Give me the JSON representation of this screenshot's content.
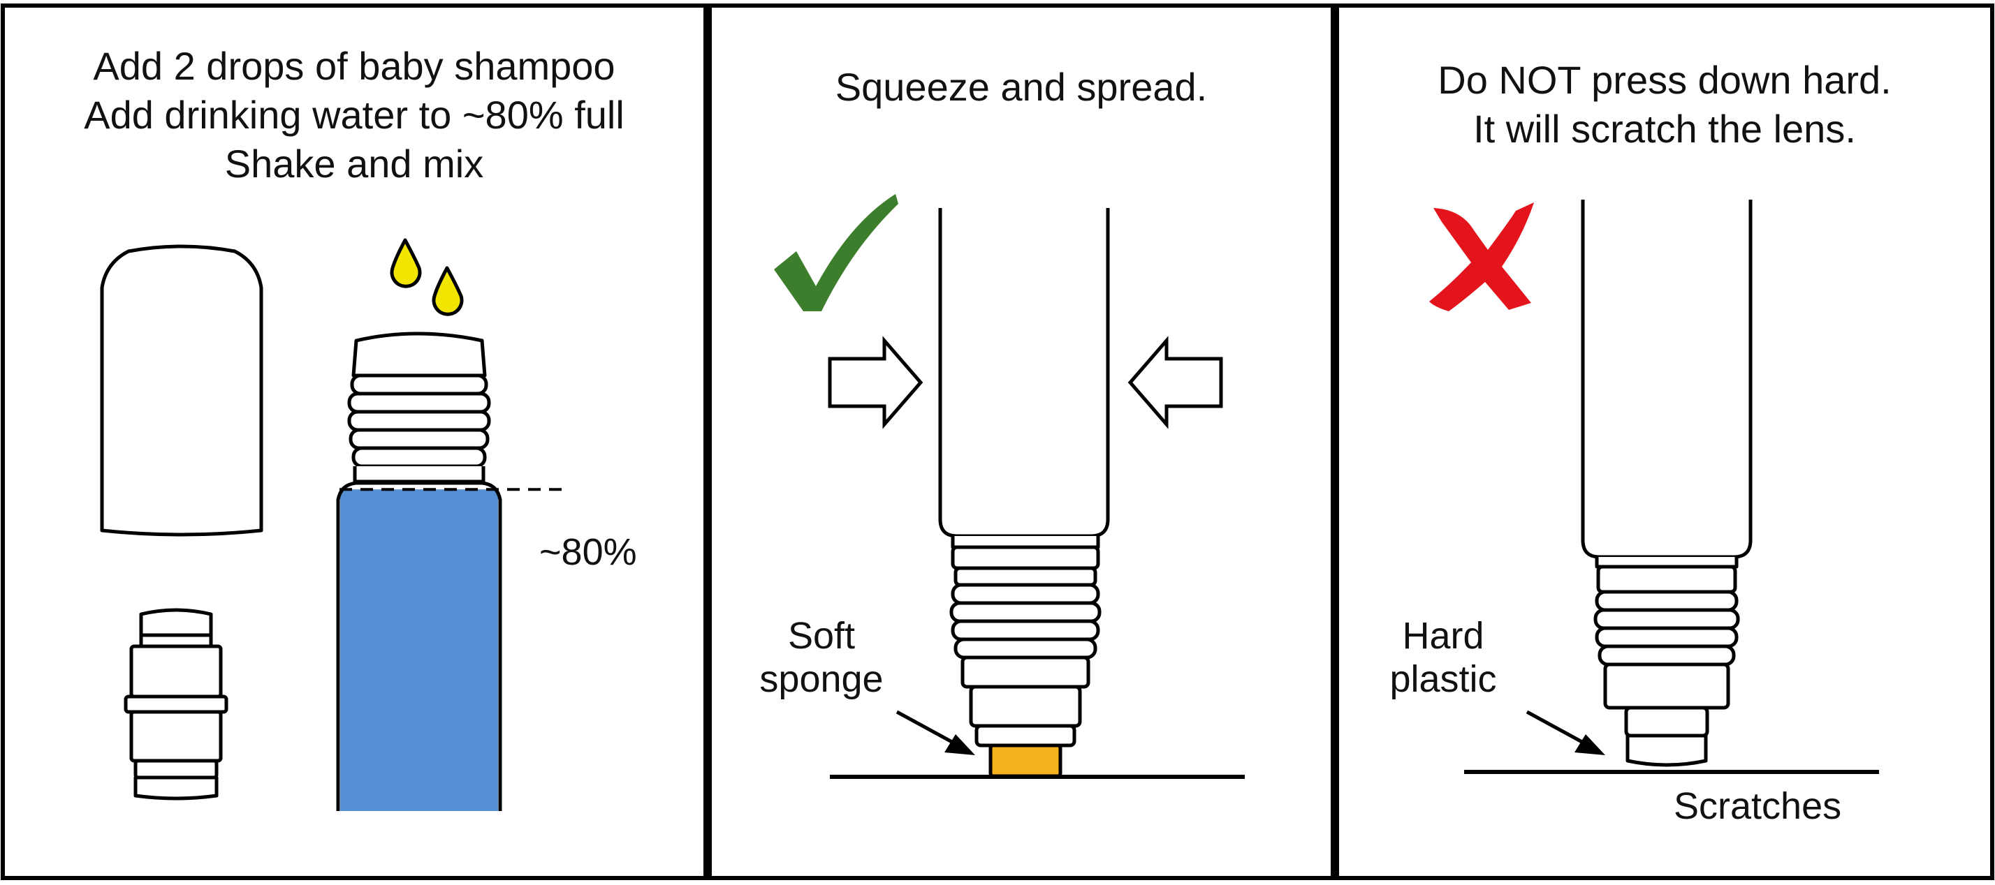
{
  "panels": [
    {
      "caption": [
        "Add 2 drops of baby shampoo",
        "Add drinking water to ~80% full",
        "Shake and mix"
      ],
      "fill_label": "~80%",
      "fill_level": 0.8
    },
    {
      "caption": [
        "Squeeze and spread."
      ],
      "tip_label": [
        "Soft",
        "sponge"
      ],
      "verdict_icon": "check-mark-icon"
    },
    {
      "caption": [
        "Do NOT press down hard.",
        "It will scratch the lens."
      ],
      "tip_label": [
        "Hard",
        "plastic"
      ],
      "surface_label": "Scratches",
      "verdict_icon": "cross-mark-icon"
    }
  ],
  "colors": {
    "water": "#568FD3",
    "shampoo_drop": "#F2E600",
    "sponge": "#F5B21F",
    "check": "#3C7E2B",
    "cross": "#E3141B",
    "line": "#000000"
  }
}
